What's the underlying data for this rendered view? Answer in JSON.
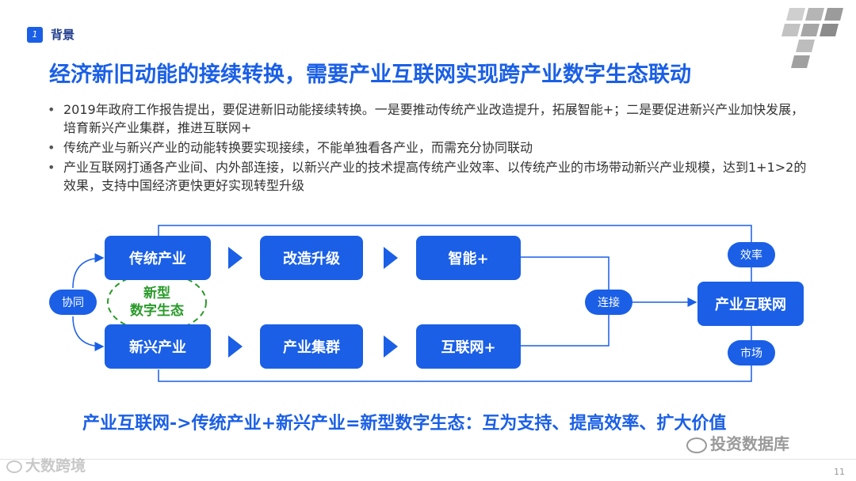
{
  "section": {
    "number": "1",
    "label": "背景"
  },
  "title": "经济新旧动能的接续转换，需要产业互联网实现跨产业数字生态联动",
  "bullets": [
    "2019年政府工作报告提出，要促进新旧动能接续转换。一是要推动传统产业改造提升，拓展智能+；二是要促进新兴产业加快发展，培育新兴产业集群，推进互联网+",
    "传统产业与新兴产业的动能转换要实现接续，不能单独看各产业，而需充分协同联动",
    "产业互联网打通各产业间、内外部连接，以新兴产业的技术提高传统产业效率、以传统产业的市场带动新兴产业规模，达到1+1>2的效果，支持中国经济更快更好实现转型升级"
  ],
  "diagram": {
    "row1": [
      "传统产业",
      "改造升级",
      "智能+"
    ],
    "row2": [
      "新兴产业",
      "产业集群",
      "互联网+"
    ],
    "ellipse_line1": "新型",
    "ellipse_line2": "数字生态",
    "left_pill": "协同",
    "connect_pill": "连接",
    "result_box": "产业互联网",
    "top_pill": "效率",
    "bottom_pill": "市场",
    "colors": {
      "primary": "#1a5fe6",
      "ellipse": "#2a9a2a"
    }
  },
  "summary": "产业互联网->传统产业+新兴产业=新型数字生态：互为支持、提高效率、扩大价值",
  "watermark_left": "大数跨境",
  "watermark_right": "投资数据库",
  "page_number": "11"
}
